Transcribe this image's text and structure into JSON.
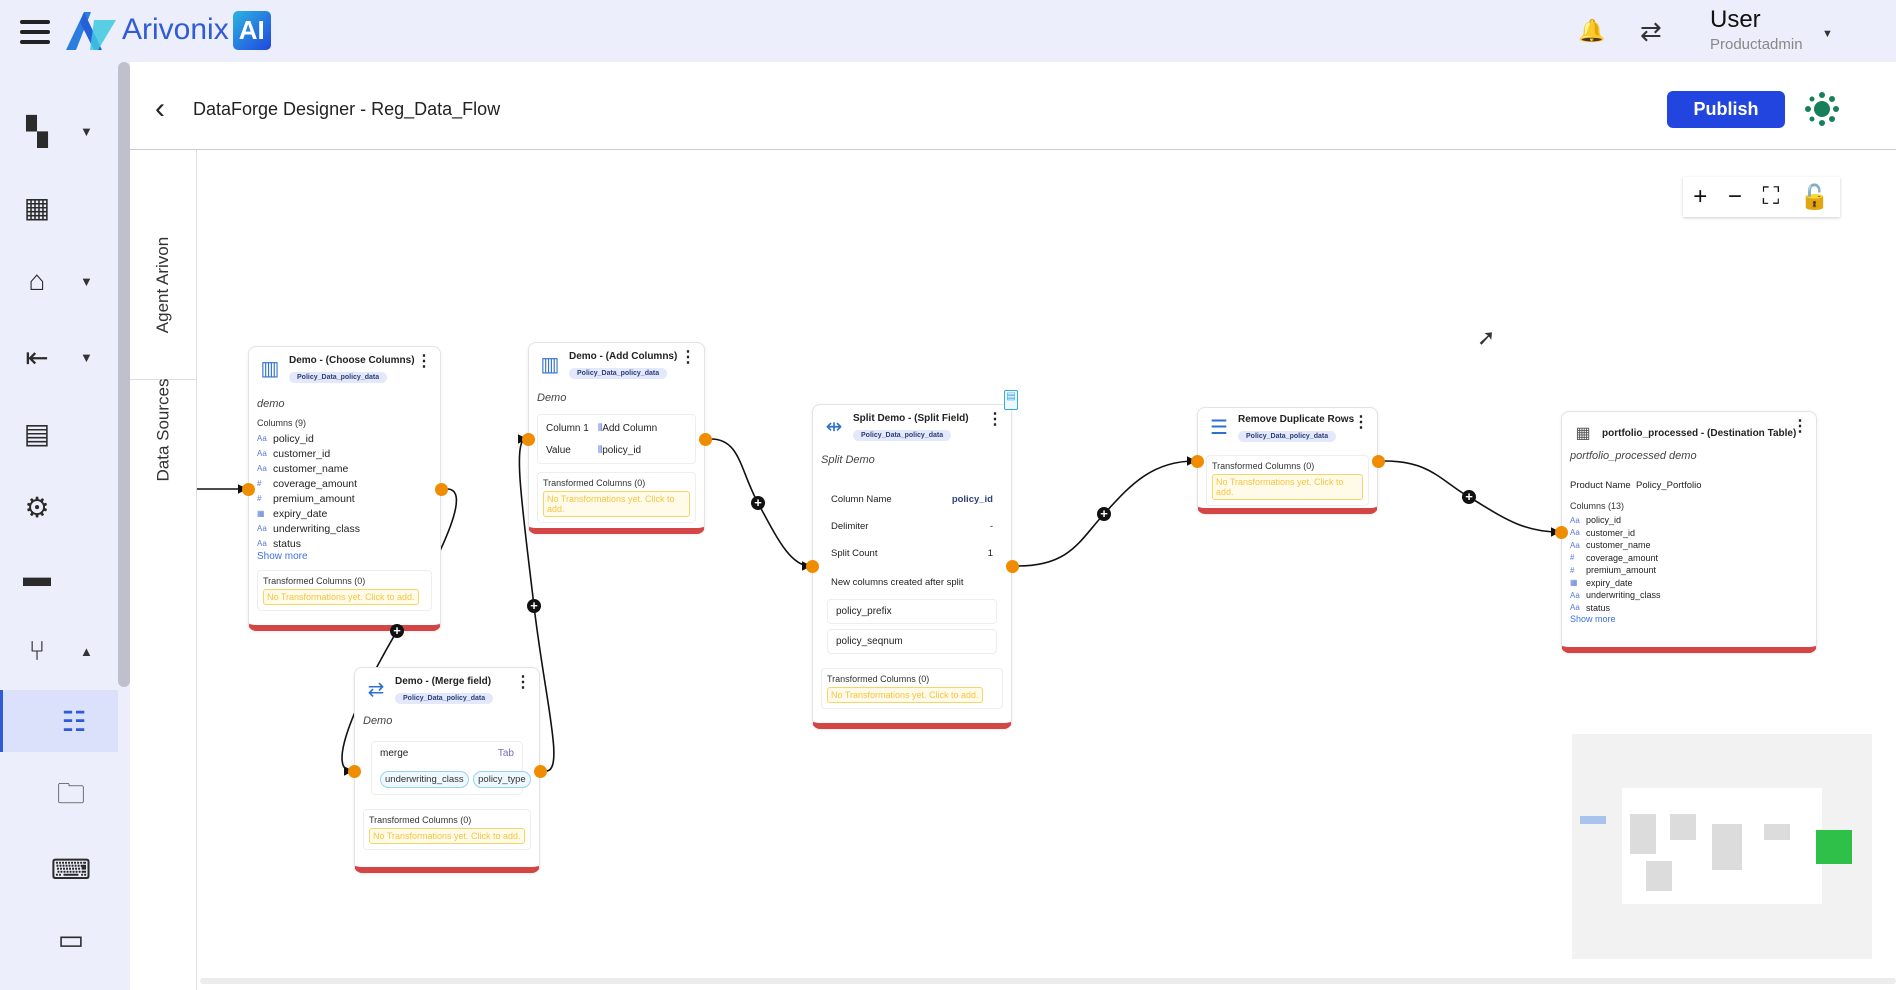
{
  "app": {
    "brand": "Arivonix",
    "brand_badge": "AI",
    "user": "User",
    "role": "Productadmin"
  },
  "header": {
    "title": "DataForge Designer - Reg_Data_Flow",
    "publish": "Publish"
  },
  "side_panel": {
    "tabs": [
      "Agent Arivon",
      "Data Sources"
    ]
  },
  "colors": {
    "accent": "#2245e0",
    "handle": "#f08c00",
    "card_bottom": "#d44545"
  },
  "nodes": {
    "choose": {
      "title": "Demo - (Choose Columns)",
      "source": "Policy_Data_policy_data",
      "desc": "demo",
      "columns_label": "Columns (9)",
      "columns": [
        [
          "Aa",
          "policy_id"
        ],
        [
          "Aa",
          "customer_id"
        ],
        [
          "Aa",
          "customer_name"
        ],
        [
          "#",
          "coverage_amount"
        ],
        [
          "#",
          "premium_amount"
        ],
        [
          "▦",
          "expiry_date"
        ],
        [
          "Aa",
          "underwriting_class"
        ],
        [
          "Aa",
          "status"
        ]
      ],
      "show_more": "Show more",
      "transformed": "Transformed Columns (0)",
      "empty": "No Transformations yet. Click to add."
    },
    "add": {
      "title": "Demo - (Add Columns)",
      "source": "Policy_Data_policy_data",
      "desc": "Demo",
      "k1": "Column 1",
      "v1": "Add Column",
      "k2": "Value",
      "v2": "policy_id",
      "transformed": "Transformed Columns (0)",
      "empty": "No Transformations yet. Click to add."
    },
    "merge": {
      "title": "Demo - (Merge field)",
      "source": "Policy_Data_policy_data",
      "desc": "Demo",
      "name": "merge",
      "sep": "Tab",
      "fields": [
        "underwriting_class",
        "policy_type"
      ],
      "transformed": "Transformed Columns (0)",
      "empty": "No Transformations yet. Click to add."
    },
    "split": {
      "title": "Split Demo - (Split Field)",
      "source": "Policy_Data_policy_data",
      "desc": "Split Demo",
      "rows": [
        [
          "Column Name",
          "policy_id"
        ],
        [
          "Delimiter",
          "-"
        ],
        [
          "Split Count",
          "1"
        ]
      ],
      "new_label": "New columns created after split",
      "new_cols": [
        "policy_prefix",
        "policy_seqnum"
      ],
      "transformed": "Transformed Columns (0)",
      "empty": "No Transformations yet. Click to add."
    },
    "dedup": {
      "title": "Remove Duplicate Rows",
      "source": "Policy_Data_policy_data",
      "transformed": "Transformed Columns (0)",
      "empty": "No Transformations yet. Click to add."
    },
    "dest": {
      "title": "portfolio_processed - (Destination Table)",
      "desc": "portfolio_processed demo",
      "product_label": "Product Name",
      "product": "Policy_Portfolio",
      "columns_label": "Columns (13)",
      "columns": [
        [
          "Aa",
          "policy_id"
        ],
        [
          "Aa",
          "customer_id"
        ],
        [
          "Aa",
          "customer_name"
        ],
        [
          "#",
          "coverage_amount"
        ],
        [
          "#",
          "premium_amount"
        ],
        [
          "▦",
          "expiry_date"
        ],
        [
          "Aa",
          "underwriting_class"
        ],
        [
          "Aa",
          "status"
        ]
      ],
      "show_more": "Show more"
    }
  }
}
